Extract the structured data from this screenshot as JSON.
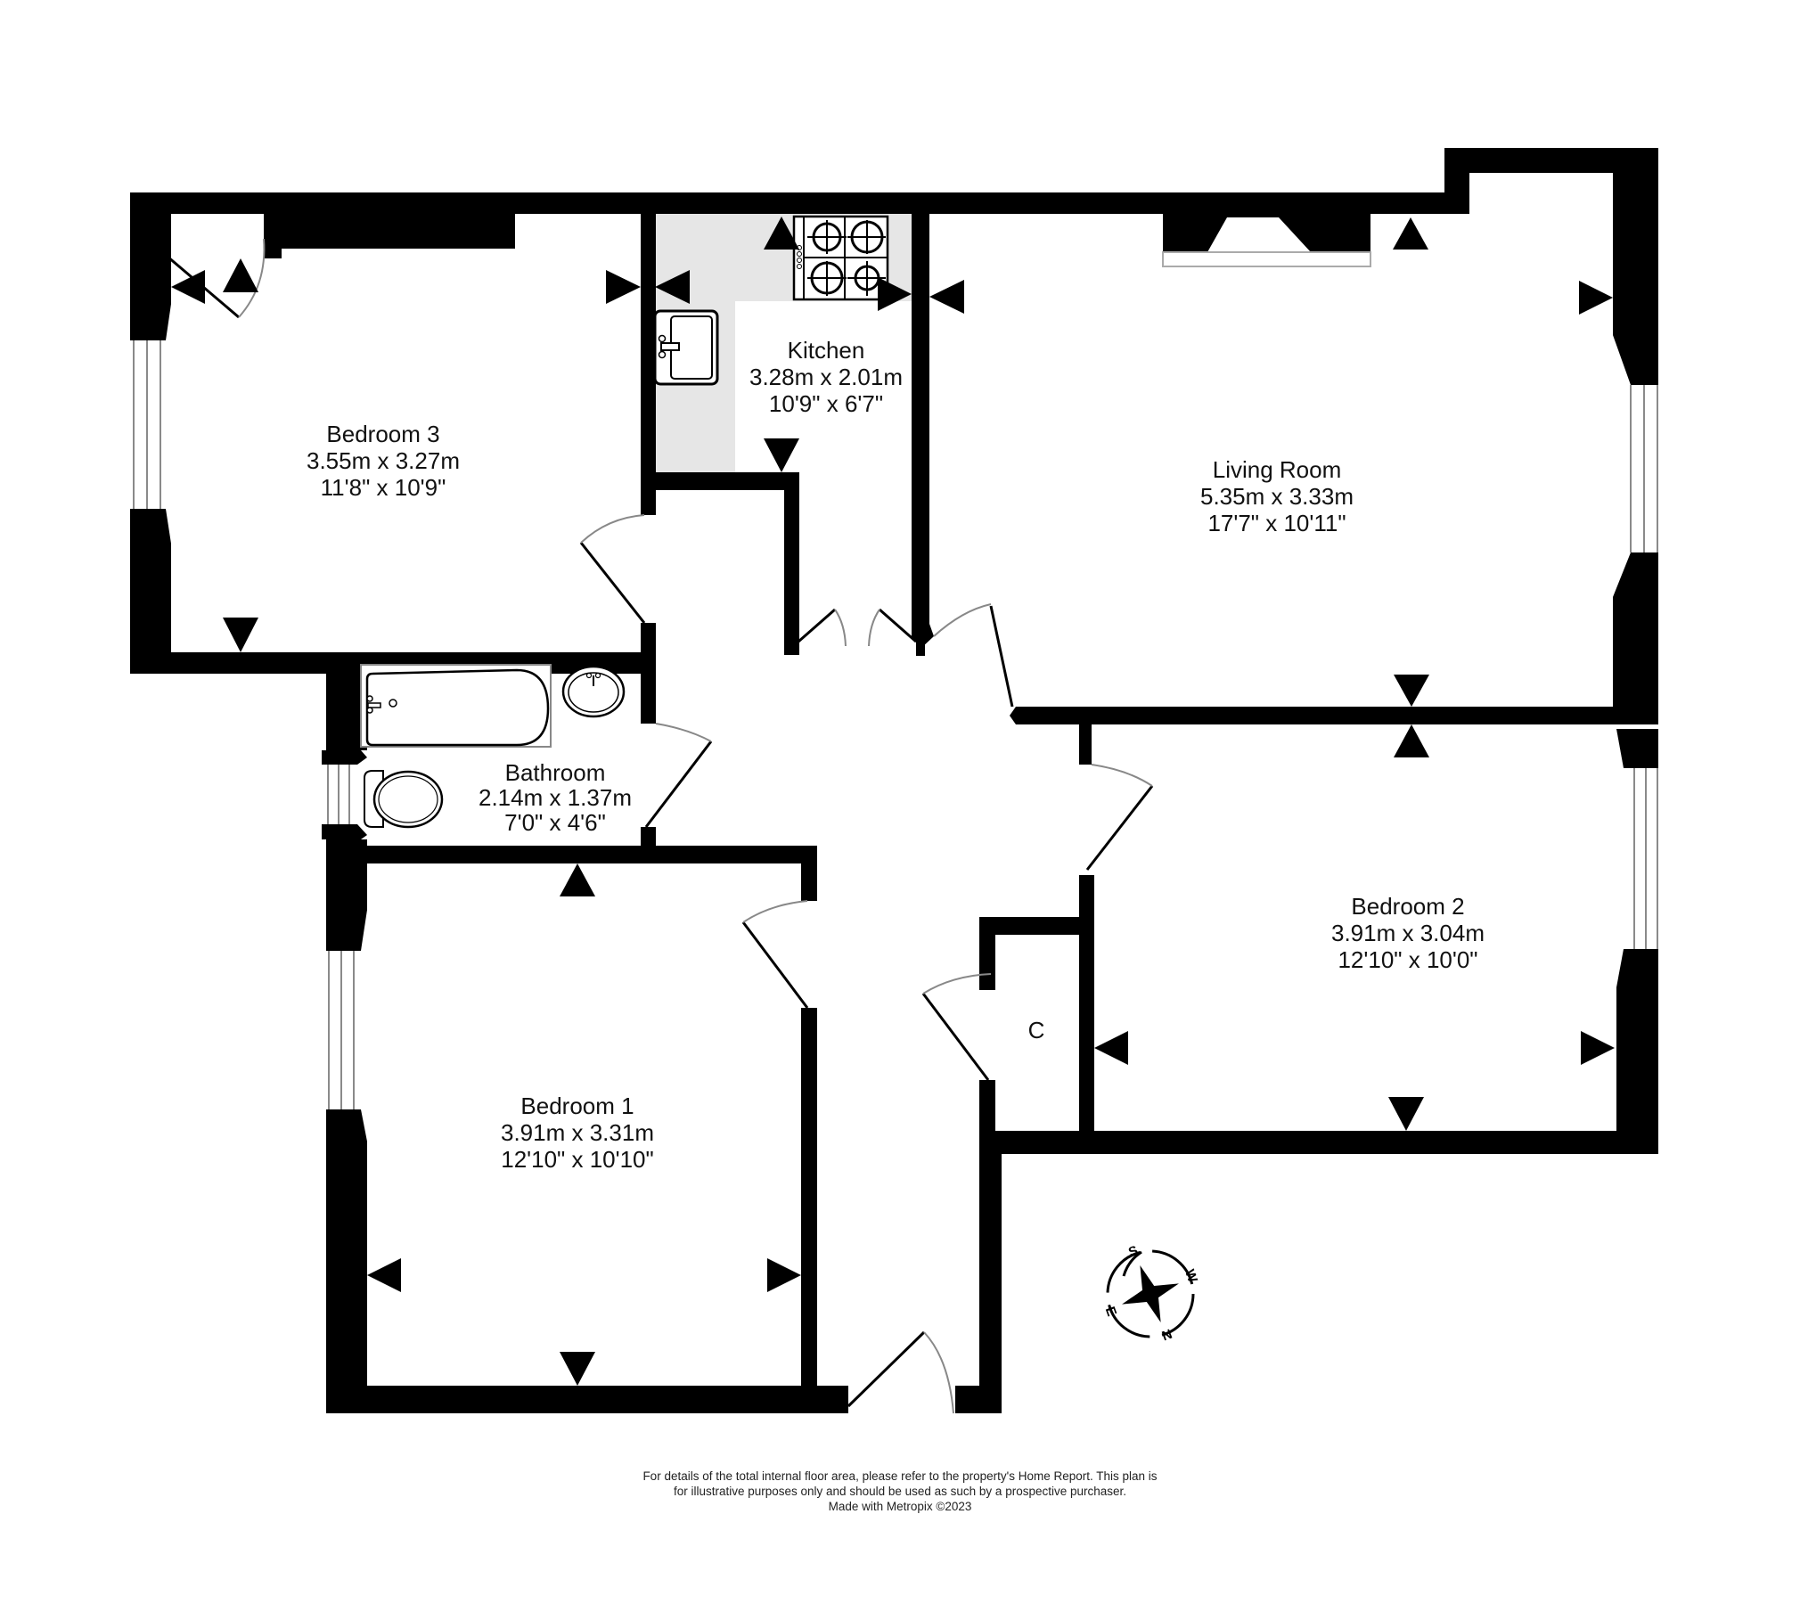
{
  "floorplan": {
    "rooms": [
      {
        "id": "bedroom-3",
        "name": "Bedroom 3",
        "metric": "3.55m  x 3.27m",
        "imperial": "11'8\"  x 10'9\""
      },
      {
        "id": "kitchen",
        "name": "Kitchen",
        "metric": "3.28m  x 2.01m",
        "imperial": "10'9\"  x 6'7\""
      },
      {
        "id": "living-room",
        "name": "Living Room",
        "metric": "5.35m  x 3.33m",
        "imperial": "17'7\"  x 10'11\""
      },
      {
        "id": "bathroom",
        "name": "Bathroom",
        "metric": "2.14m  x 1.37m",
        "imperial": "7'0\"  x 4'6\""
      },
      {
        "id": "bedroom-2",
        "name": "Bedroom 2",
        "metric": "3.91m  x 3.04m",
        "imperial": "12'10\"  x 10'0\""
      },
      {
        "id": "bedroom-1",
        "name": "Bedroom 1",
        "metric": "3.91m  x 3.31m",
        "imperial": "12'10\"  x 10'10\""
      }
    ],
    "cupboard_label": "C",
    "compass": {
      "icon": "compass-rose-icon",
      "labels": {
        "north": "N",
        "south": "S",
        "east": "E",
        "west": "W"
      }
    },
    "colors": {
      "wall": "#000000",
      "kitchen_floor": "#e6e6e6",
      "window_line": "#8a8a8a",
      "background": "#ffffff"
    }
  },
  "footer": {
    "line1": "For details of the total internal floor area, please refer to the property's Home Report. This plan is",
    "line2": "for illustrative purposes only and should be used as such by a prospective purchaser.",
    "line3": "Made with Metropix ©2023"
  }
}
